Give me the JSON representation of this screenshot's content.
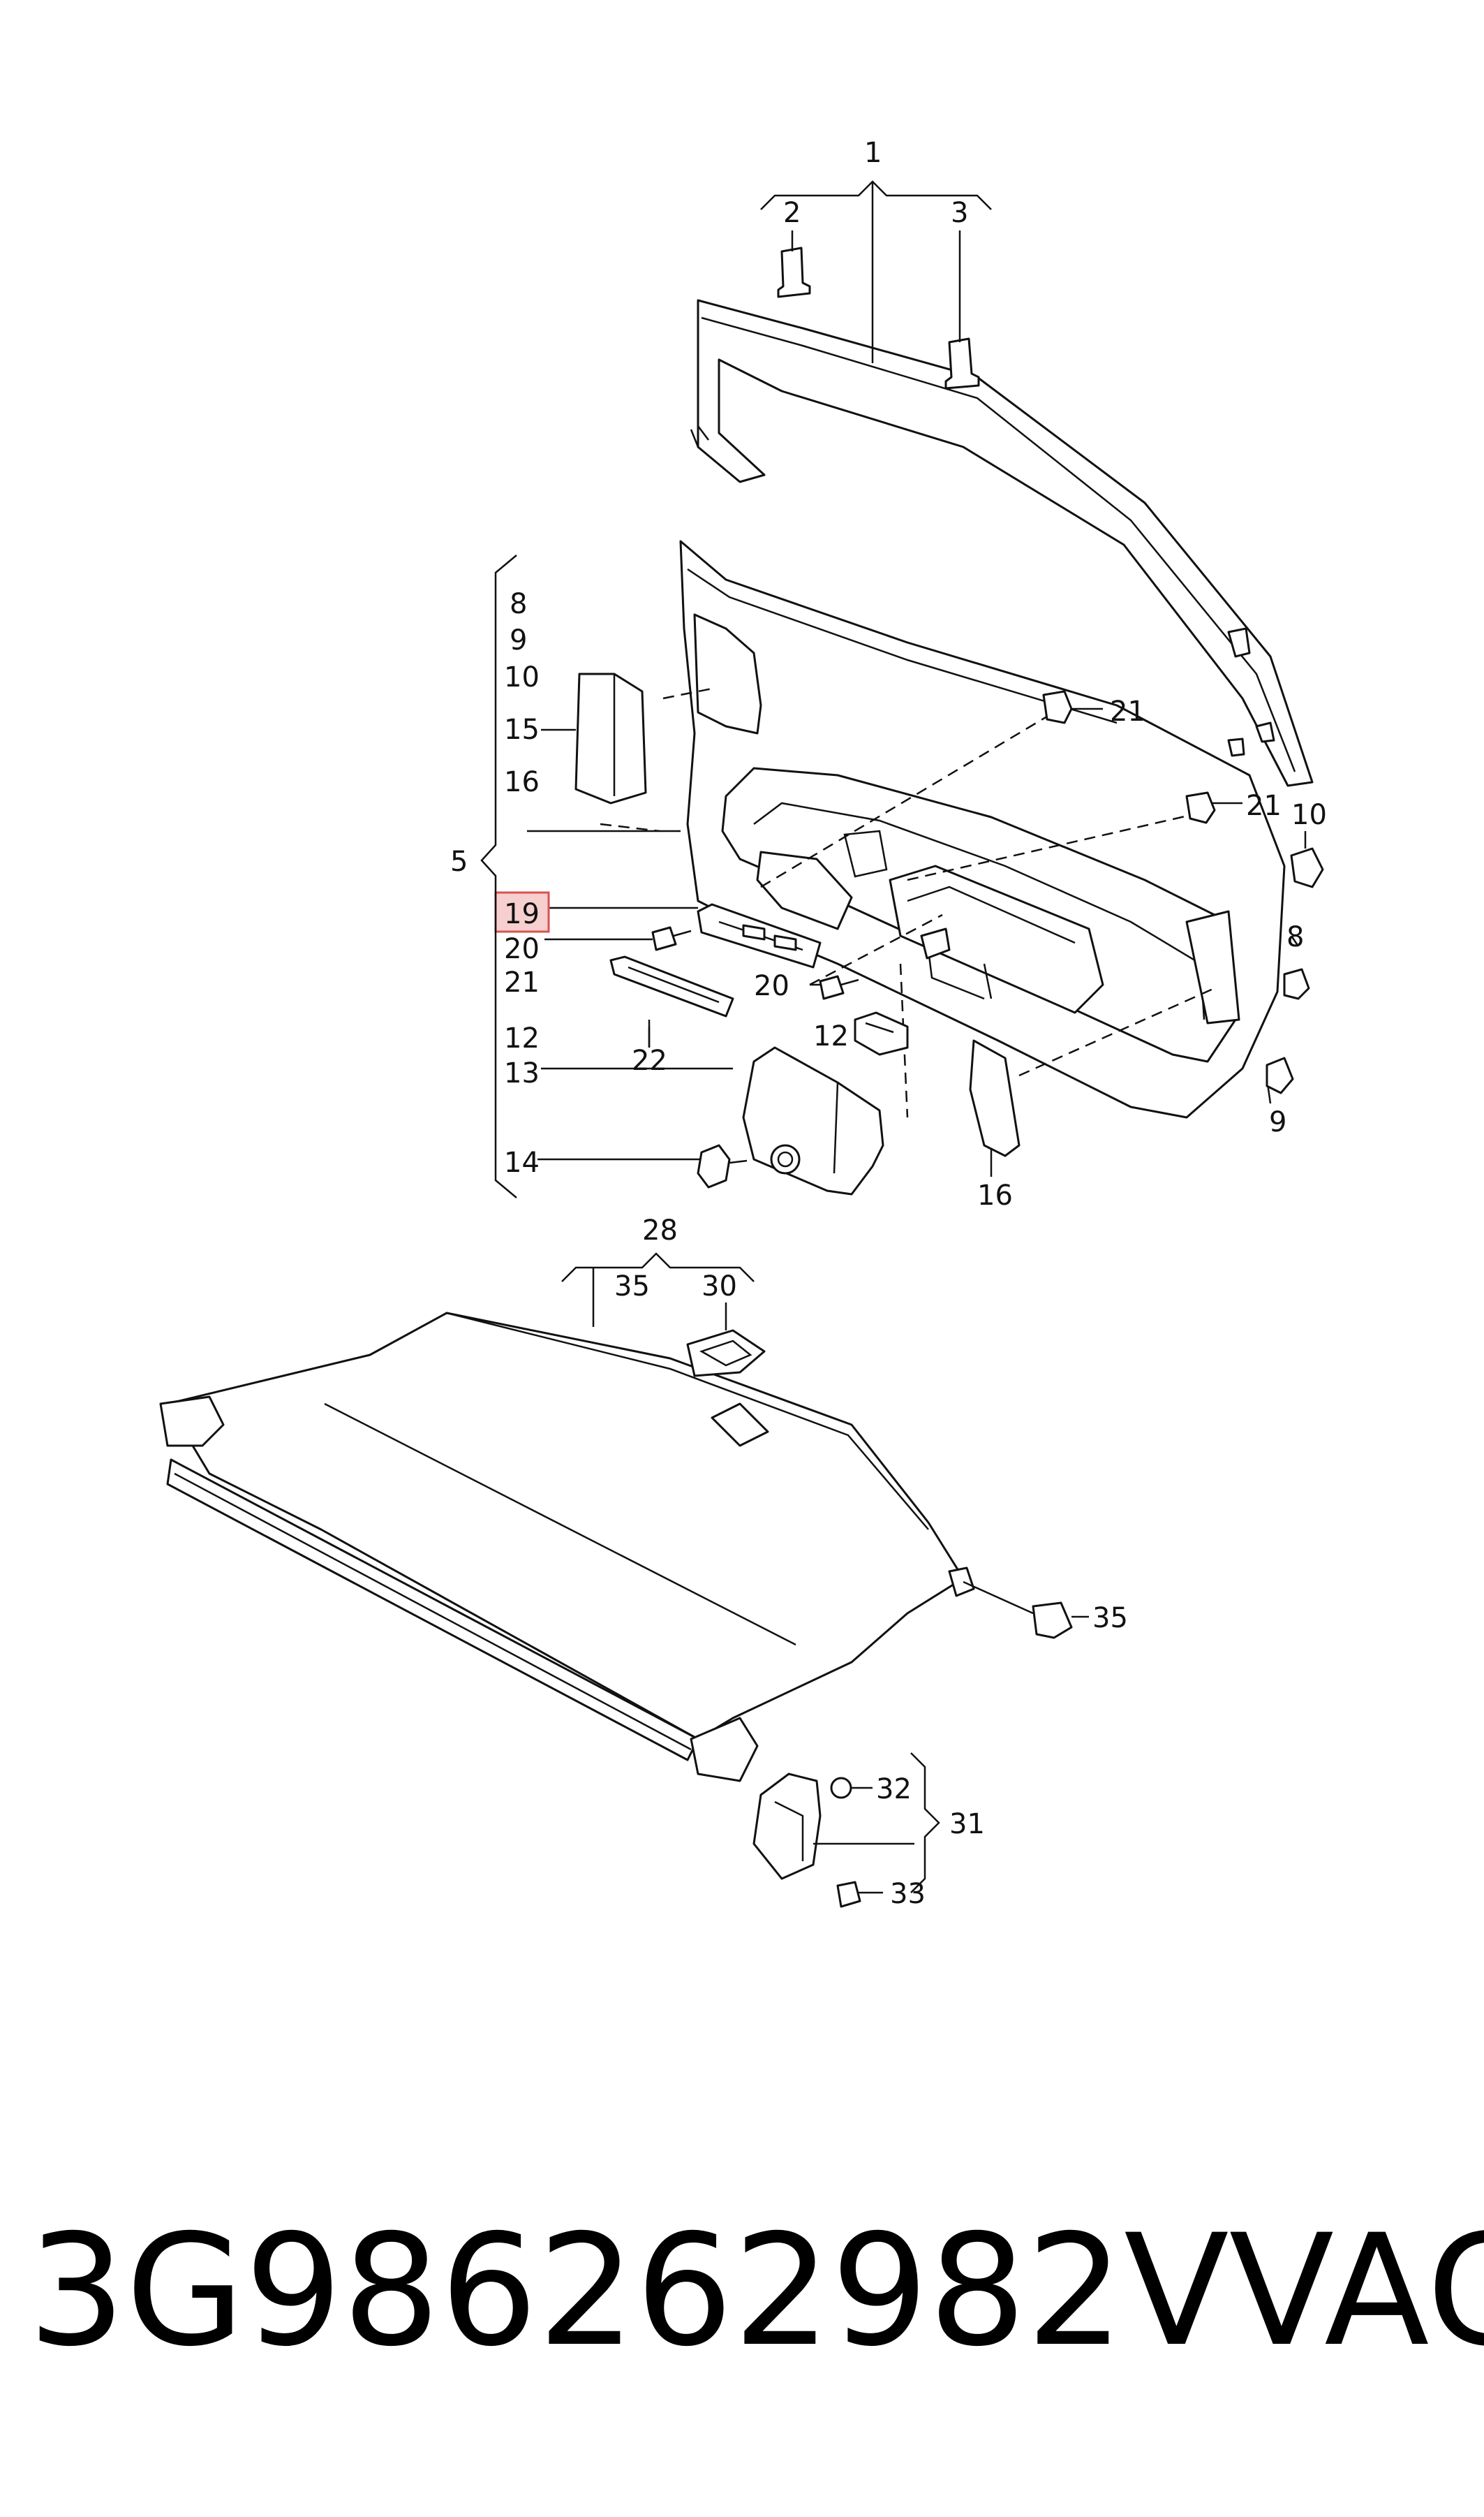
{
  "callouts": {
    "c1": "1",
    "c2": "2",
    "c3": "3",
    "c5": "5",
    "c8a": "8",
    "c9a": "9",
    "c10a": "10",
    "c15": "15",
    "c16a": "16",
    "c19": "19",
    "c20a": "20",
    "c21a": "21",
    "c12a": "12",
    "c13": "13",
    "c14": "14",
    "c21b": "21",
    "c21c": "21",
    "c10b": "10",
    "c8b": "8",
    "c9b": "9",
    "c20b": "20",
    "c12b": "12",
    "c22": "22",
    "c16b": "16",
    "c28": "28",
    "c35a": "35",
    "c30": "30",
    "c35b": "35",
    "c31": "31",
    "c32": "32",
    "c33": "33"
  },
  "highlighted_callout": "19",
  "highlight_color": "#f6cfcf",
  "caption": {
    "part_number": "3G986262982V",
    "brand": "VAG"
  }
}
